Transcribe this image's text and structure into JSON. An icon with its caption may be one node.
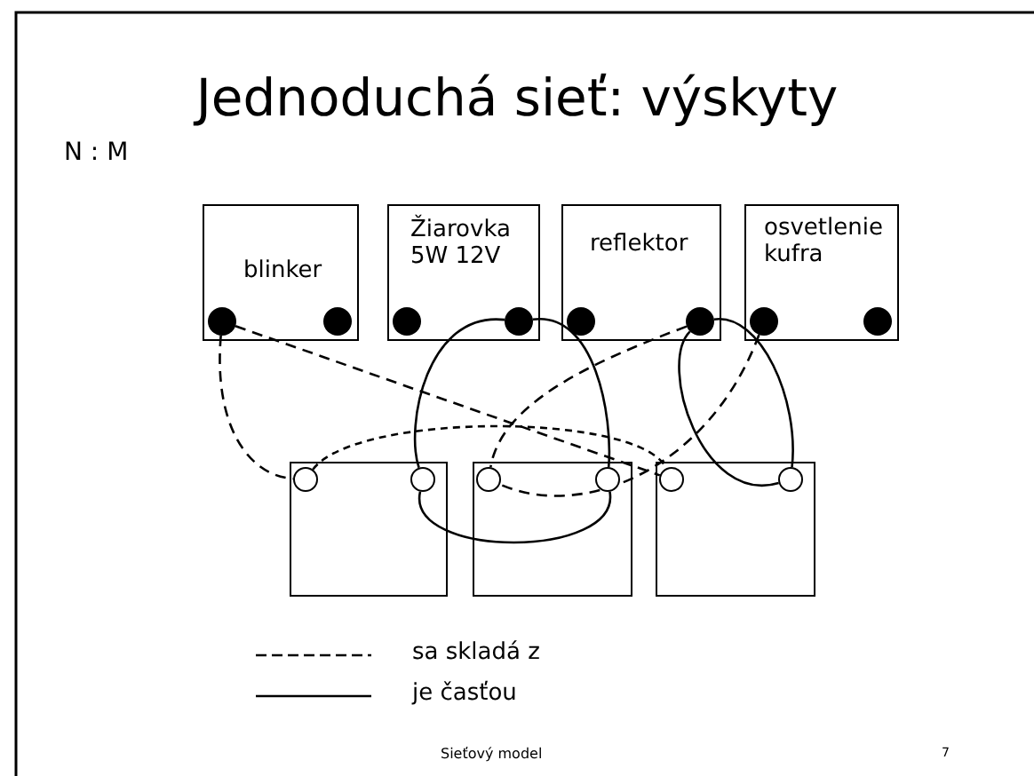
{
  "diagram": {
    "title": "Jednoduchá sieť: výskyty",
    "nodes": [
      {
        "text": [
          "blinker"
        ]
      },
      {
        "text": [],
        "shape": "circle",
        "in": 0
      },
      {
        "text": [],
        "shape": "circle",
        "in": 0
      },
      {
        "text": [
          "Žiarovka 5W 12V"
        ]
      },
      {
        "text": [],
        "shape": "circle",
        "in": 3
      },
      {
        "text": [],
        "shape": "circle",
        "in": 3
      },
      {
        "text": [
          "reflektor"
        ]
      },
      {
        "text": [],
        "shape": "circle",
        "in": 6
      },
      {
        "text": [],
        "shape": "circle",
        "in": 6
      },
      {
        "text": [
          "osvetlenie kufra"
        ]
      },
      {
        "text": [],
        "shape": "circle",
        "in": 9
      },
      {
        "text": [],
        "shape": "circle",
        "in": 9
      },
      {
        "text": [],
        "shape": "box"
      },
      {
        "text": [],
        "shape": "circle",
        "in": 12
      },
      {
        "text": [],
        "shape": "circle",
        "in": 12
      },
      {
        "text": [],
        "shape": "box"
      },
      {
        "text": [],
        "shape": "circle",
        "in": 15
      },
      {
        "text": [],
        "shape": "circle",
        "in": 15
      },
      {
        "text": [],
        "shape": "box"
      },
      {
        "text": [],
        "shape": "circle",
        "in": 18
      },
      {
        "text": [],
        "shape": "circle",
        "in": 18
      }
    ],
    "edges": [
      {
        "from": 1,
        "to": 13,
        "arrow": "none",
        "style": "dashed"
      },
      {
        "from": 1,
        "to": 19,
        "arrow": "none",
        "style": "dashed"
      },
      {
        "from": 5,
        "to": 14,
        "arrow": "none"
      },
      {
        "from": 5,
        "to": 17,
        "arrow": "none"
      },
      {
        "from": 8,
        "to": 16,
        "arrow": "none",
        "style": "dashed"
      },
      {
        "from": 10,
        "to": 16,
        "arrow": "none",
        "style": "dashed"
      },
      {
        "from": 8,
        "to": 20,
        "arrow": "none"
      },
      {
        "from": 8,
        "to": 20,
        "arrow": "none"
      },
      {
        "from": 13,
        "to": 19,
        "arrow": "none",
        "style": "dashed"
      },
      {
        "from": 14,
        "to": 17,
        "arrow": "none"
      }
    ],
    "labels": [
      "N : M",
      "Sieťový model",
      "7"
    ],
    "legend": [
      {
        "text": "sa skladá z"
      },
      {
        "text": "je časťou"
      }
    ]
  }
}
